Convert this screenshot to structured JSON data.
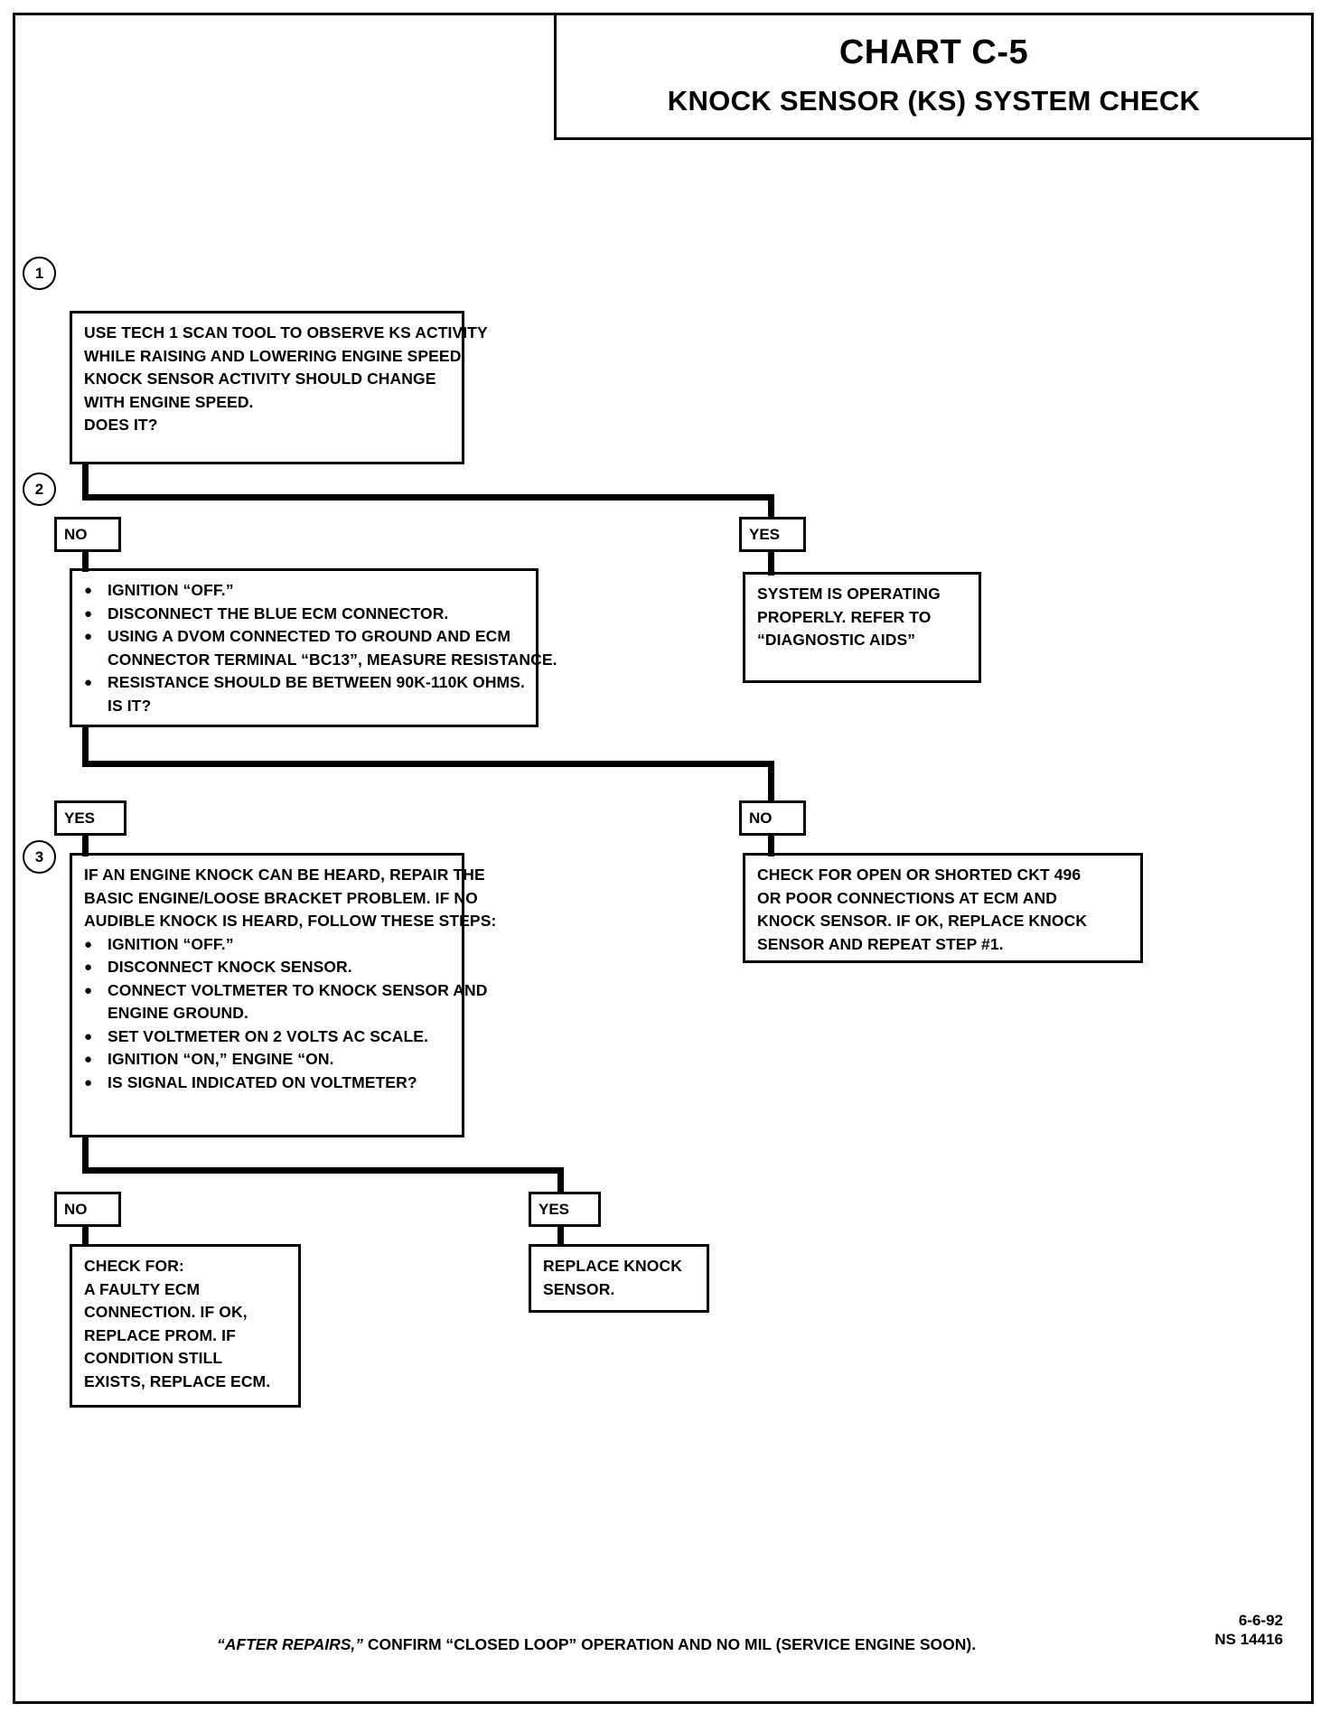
{
  "title": {
    "chart_id": "CHART C-5",
    "chart_name": "KNOCK SENSOR (KS) SYSTEM CHECK"
  },
  "steps": {
    "one": "1",
    "two": "2",
    "three": "3"
  },
  "box1": {
    "lines": [
      "USE TECH 1 SCAN TOOL TO OBSERVE KS ACTIVITY",
      "WHILE RAISING AND LOWERING ENGINE SPEED.",
      "KNOCK SENSOR ACTIVITY SHOULD CHANGE",
      "WITH ENGINE SPEED.",
      "DOES IT?"
    ]
  },
  "branch1": {
    "no_label": "NO",
    "yes_label": "YES"
  },
  "box2": {
    "bullets": [
      {
        "text": "IGNITION “OFF.”",
        "cont": null
      },
      {
        "text": "DISCONNECT THE BLUE ECM CONNECTOR.",
        "cont": null
      },
      {
        "text": "USING A DVOM CONNECTED TO GROUND AND ECM",
        "cont": "CONNECTOR TERMINAL “BC13”, MEASURE RESISTANCE."
      },
      {
        "text": "RESISTANCE SHOULD BE BETWEEN 90K-110K OHMS.",
        "cont": "IS IT?"
      }
    ]
  },
  "box_system_ok": {
    "lines": [
      "SYSTEM IS OPERATING",
      "PROPERLY.  REFER TO",
      "“DIAGNOSTIC AIDS”"
    ]
  },
  "branch2": {
    "yes_label": "YES",
    "no_label": "NO"
  },
  "box3": {
    "lines": [
      "IF AN ENGINE KNOCK CAN BE HEARD, REPAIR THE",
      "BASIC ENGINE/LOOSE BRACKET PROBLEM.  IF NO",
      "AUDIBLE KNOCK IS HEARD, FOLLOW THESE STEPS:"
    ],
    "bullets": [
      {
        "text": "IGNITION “OFF.”",
        "cont": null
      },
      {
        "text": "DISCONNECT KNOCK SENSOR.",
        "cont": null
      },
      {
        "text": "CONNECT VOLTMETER TO KNOCK SENSOR AND",
        "cont": "ENGINE GROUND."
      },
      {
        "text": "SET VOLTMETER ON 2 VOLTS AC SCALE.",
        "cont": null
      },
      {
        "text": "IGNITION “ON,” ENGINE “ON.",
        "cont": null
      },
      {
        "text": "IS SIGNAL INDICATED ON VOLTMETER?",
        "cont": null
      }
    ]
  },
  "box_ckt496": {
    "lines": [
      "CHECK FOR OPEN OR SHORTED CKT 496",
      "OR POOR CONNECTIONS AT ECM AND",
      "KNOCK SENSOR.  IF OK, REPLACE KNOCK",
      "SENSOR AND REPEAT STEP #1."
    ]
  },
  "branch3": {
    "no_label": "NO",
    "yes_label": "YES"
  },
  "box_check_for": {
    "lines": [
      "CHECK FOR:",
      "A FAULTY ECM",
      "CONNECTION.  IF OK,",
      "REPLACE PROM.  IF",
      "CONDITION STILL",
      "EXISTS, REPLACE ECM."
    ]
  },
  "box_replace_ks": {
    "lines": [
      "REPLACE KNOCK",
      "SENSOR."
    ]
  },
  "footer": {
    "note_italic": "“AFTER REPAIRS,”",
    "note_rest": " CONFIRM “CLOSED LOOP” OPERATION AND NO MIL (SERVICE ENGINE SOON).",
    "date": "6-6-92",
    "doc_id": "NS 14416"
  }
}
